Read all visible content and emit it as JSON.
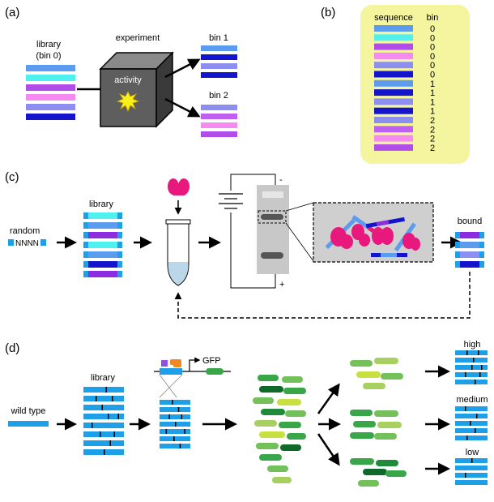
{
  "panel_a": {
    "label": "(a)",
    "library_label_line1": "library",
    "library_label_line2": "(bin 0)",
    "experiment_label": "experiment",
    "activity_label": "activity",
    "bin1_label": "bin 1",
    "bin2_label": "bin 2",
    "library_colors": [
      "#5b9bf0",
      "#4ef0f0",
      "#b04de8",
      "#f58bf0",
      "#8c8ef0",
      "#1414cc"
    ],
    "bin1_colors": [
      "#5b9bf0",
      "#1414cc",
      "#8c8ef0",
      "#1414cc"
    ],
    "bin2_colors": [
      "#8c8ef0",
      "#c060f0",
      "#f58bf0",
      "#b04de8"
    ]
  },
  "panel_b": {
    "label": "(b)",
    "col_sequence": "sequence",
    "col_bin": "bin",
    "rows": [
      {
        "color": "#5b9bf0",
        "bin": "0"
      },
      {
        "color": "#4ef0f0",
        "bin": "0"
      },
      {
        "color": "#b04de8",
        "bin": "0"
      },
      {
        "color": "#f58bf0",
        "bin": "0"
      },
      {
        "color": "#8c8ef0",
        "bin": "0"
      },
      {
        "color": "#1414cc",
        "bin": "0"
      },
      {
        "color": "#5b9bf0",
        "bin": "1"
      },
      {
        "color": "#1414cc",
        "bin": "1"
      },
      {
        "color": "#8c8ef0",
        "bin": "1"
      },
      {
        "color": "#1414cc",
        "bin": "1"
      },
      {
        "color": "#8c8ef0",
        "bin": "2"
      },
      {
        "color": "#c060f0",
        "bin": "2"
      },
      {
        "color": "#f58bf0",
        "bin": "2"
      },
      {
        "color": "#b04de8",
        "bin": "2"
      }
    ]
  },
  "panel_c": {
    "label": "(c)",
    "random_label": "random",
    "random_seq": "NNNN",
    "library_label": "library",
    "bound_label": "bound",
    "minus_sign": "-",
    "plus_sign": "+",
    "library_cores": [
      "#4ef0f0",
      "#5b9bf0",
      "#8c2ee0",
      "#4ef0f0",
      "#5b9bf0",
      "#1414cc",
      "#8c2ee0"
    ],
    "bound_cores": [
      "#8c2ee0",
      "#5b9bf0",
      "#8c8ef0",
      "#1414cc"
    ]
  },
  "panel_d": {
    "label": "(d)",
    "wild_type_label": "wild type",
    "library_label": "library",
    "gfp_label": "GFP",
    "high_label": "high",
    "medium_label": "medium",
    "low_label": "low"
  },
  "colors": {
    "seq_blue": "#1ea0e8",
    "yellow_box": "#f5f5a0",
    "gel_gray": "#c8c8c8",
    "protein_pink": "#e8187c",
    "cell_greens": [
      "#1f8a3a",
      "#3aa64a",
      "#74c05a",
      "#a8d060",
      "#c8e040",
      "#0f6a2a"
    ]
  }
}
